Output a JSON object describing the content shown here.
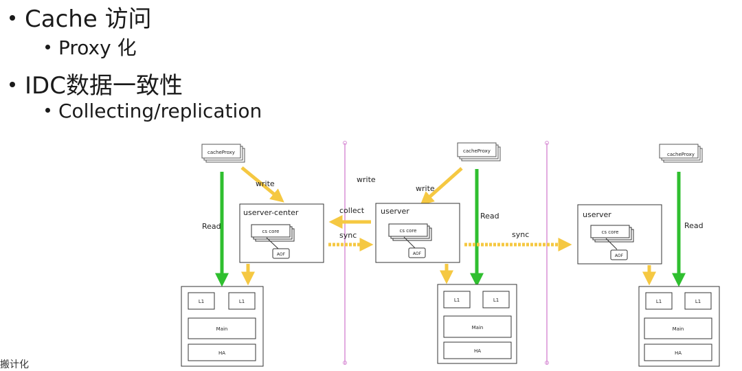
{
  "bullets": [
    {
      "level": 1,
      "text": "Cache 访问"
    },
    {
      "level": 2,
      "text": "Proxy 化"
    },
    {
      "level": 1,
      "text": "IDC数据一致性"
    },
    {
      "level": 2,
      "text": "Collecting/replication"
    }
  ],
  "diagram": {
    "proxy_label": "cacheProxy",
    "server_center": "userver-center",
    "server": "userver",
    "cs_core": "cs core",
    "aof": "AOF",
    "l1": "L1",
    "main": "Main",
    "ha": "HA",
    "read": "Read",
    "write": "write",
    "collect": "collect",
    "sync": "sync"
  },
  "corner_text": "搬计化",
  "colors": {
    "read_arrow": "#2fbf2f",
    "write_arrow": "#f5c842",
    "divider": "#d98fd6"
  }
}
